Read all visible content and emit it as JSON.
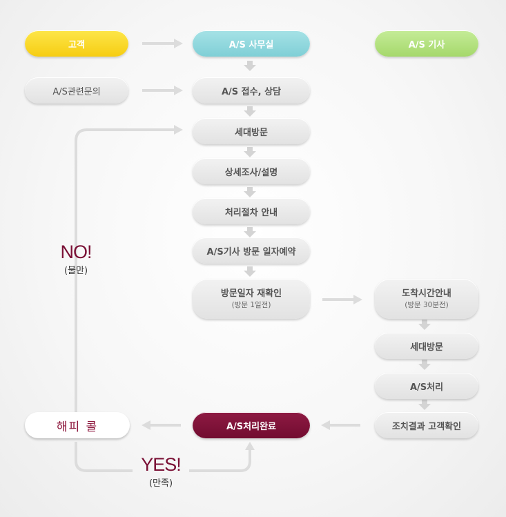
{
  "columns": {
    "customer": "고객",
    "office": "A/S 사무실",
    "technician": "A/S 기사"
  },
  "left": {
    "inquiry": "A/S관련문의"
  },
  "office_steps": [
    {
      "title": "A/S 접수, 상담"
    },
    {
      "title": "세대방문"
    },
    {
      "title": "상세조사/설명"
    },
    {
      "title": "처리절차 안내"
    },
    {
      "title": "A/S기사 방문 일자예약"
    },
    {
      "title": "방문일자 재확인",
      "sub": "(방문 1일전)"
    }
  ],
  "tech_steps": [
    {
      "title": "도착시간안내",
      "sub": "(방문 30분전)"
    },
    {
      "title": "세대방문"
    },
    {
      "title": "A/S처리"
    },
    {
      "title": "조치결과 고객확인"
    }
  ],
  "complete": "A/S처리완료",
  "happy_call": "해피 콜",
  "no_label": "NO!",
  "no_sub": "(불만)",
  "yes_label": "YES!",
  "yes_sub": "(만족)"
}
